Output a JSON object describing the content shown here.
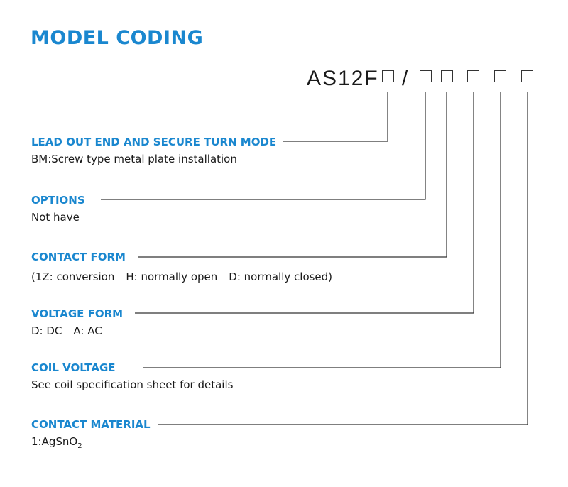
{
  "colors": {
    "accent": "#1a87cf",
    "text": "#1a1a1a",
    "line": "#333333"
  },
  "title": "MODEL CODING",
  "model_code": {
    "prefix": "AS12F",
    "separator": "/"
  },
  "sections": [
    {
      "heading": "LEAD OUT END AND SECURE TURN MODE",
      "description": "BM:Screw type metal plate installation"
    },
    {
      "heading": "OPTIONS",
      "description": "Not have"
    },
    {
      "heading": "CONTACT FORM",
      "description_parts": [
        "(1Z: conversion",
        "H: normally open",
        "D: normally closed)"
      ]
    },
    {
      "heading": "VOLTAGE FORM",
      "description_parts": [
        "D: DC",
        "A: AC"
      ]
    },
    {
      "heading": "COIL VOLTAGE",
      "description": "See coil specification sheet for details"
    },
    {
      "heading": "CONTACT MATERIAL",
      "description": "1:AgSnO",
      "description_subscript": "2"
    }
  ]
}
